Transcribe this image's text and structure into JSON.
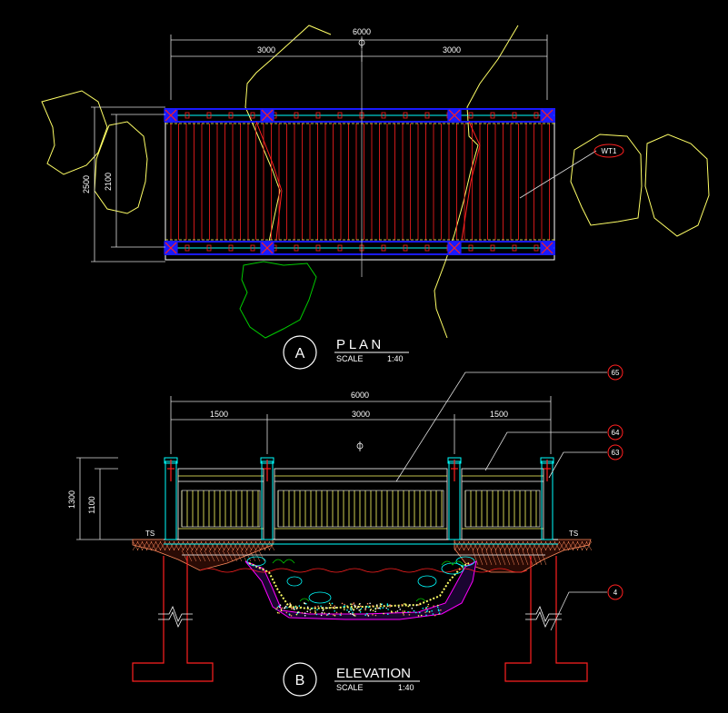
{
  "plan": {
    "letter": "A",
    "title": "P L A N",
    "scale_label": "SCALE",
    "scale_value": "1:40",
    "dim_total": "6000",
    "dim_left": "3000",
    "dim_right": "3000",
    "dim_width_outer": "2500",
    "dim_width_inner": "2100",
    "tag_label": "WT1"
  },
  "elevation": {
    "letter": "B",
    "title": "ELEVATION",
    "scale_label": "SCALE",
    "scale_value": "1:40",
    "dim_total": "6000",
    "dim_left": "1500",
    "dim_mid": "3000",
    "dim_right": "1500",
    "dim_height_outer": "1300",
    "dim_height_inner": "1100",
    "ts_left": "TS",
    "ts_right": "TS",
    "callout_65": "65",
    "callout_64": "64",
    "callout_63": "63",
    "callout_4": "4"
  },
  "colors": {
    "background": "#000000",
    "deck_blue": "#1a1aff",
    "plank_red": "#ff2020",
    "rail_cyan": "#00ffff",
    "rock_yellow": "#ffff66",
    "shrub_green": "#00cc00",
    "post_magenta": "#ff00ff",
    "text": "#ffffff",
    "dim_line": "#dddddd",
    "hatch_orange": "#ff8a5c"
  }
}
